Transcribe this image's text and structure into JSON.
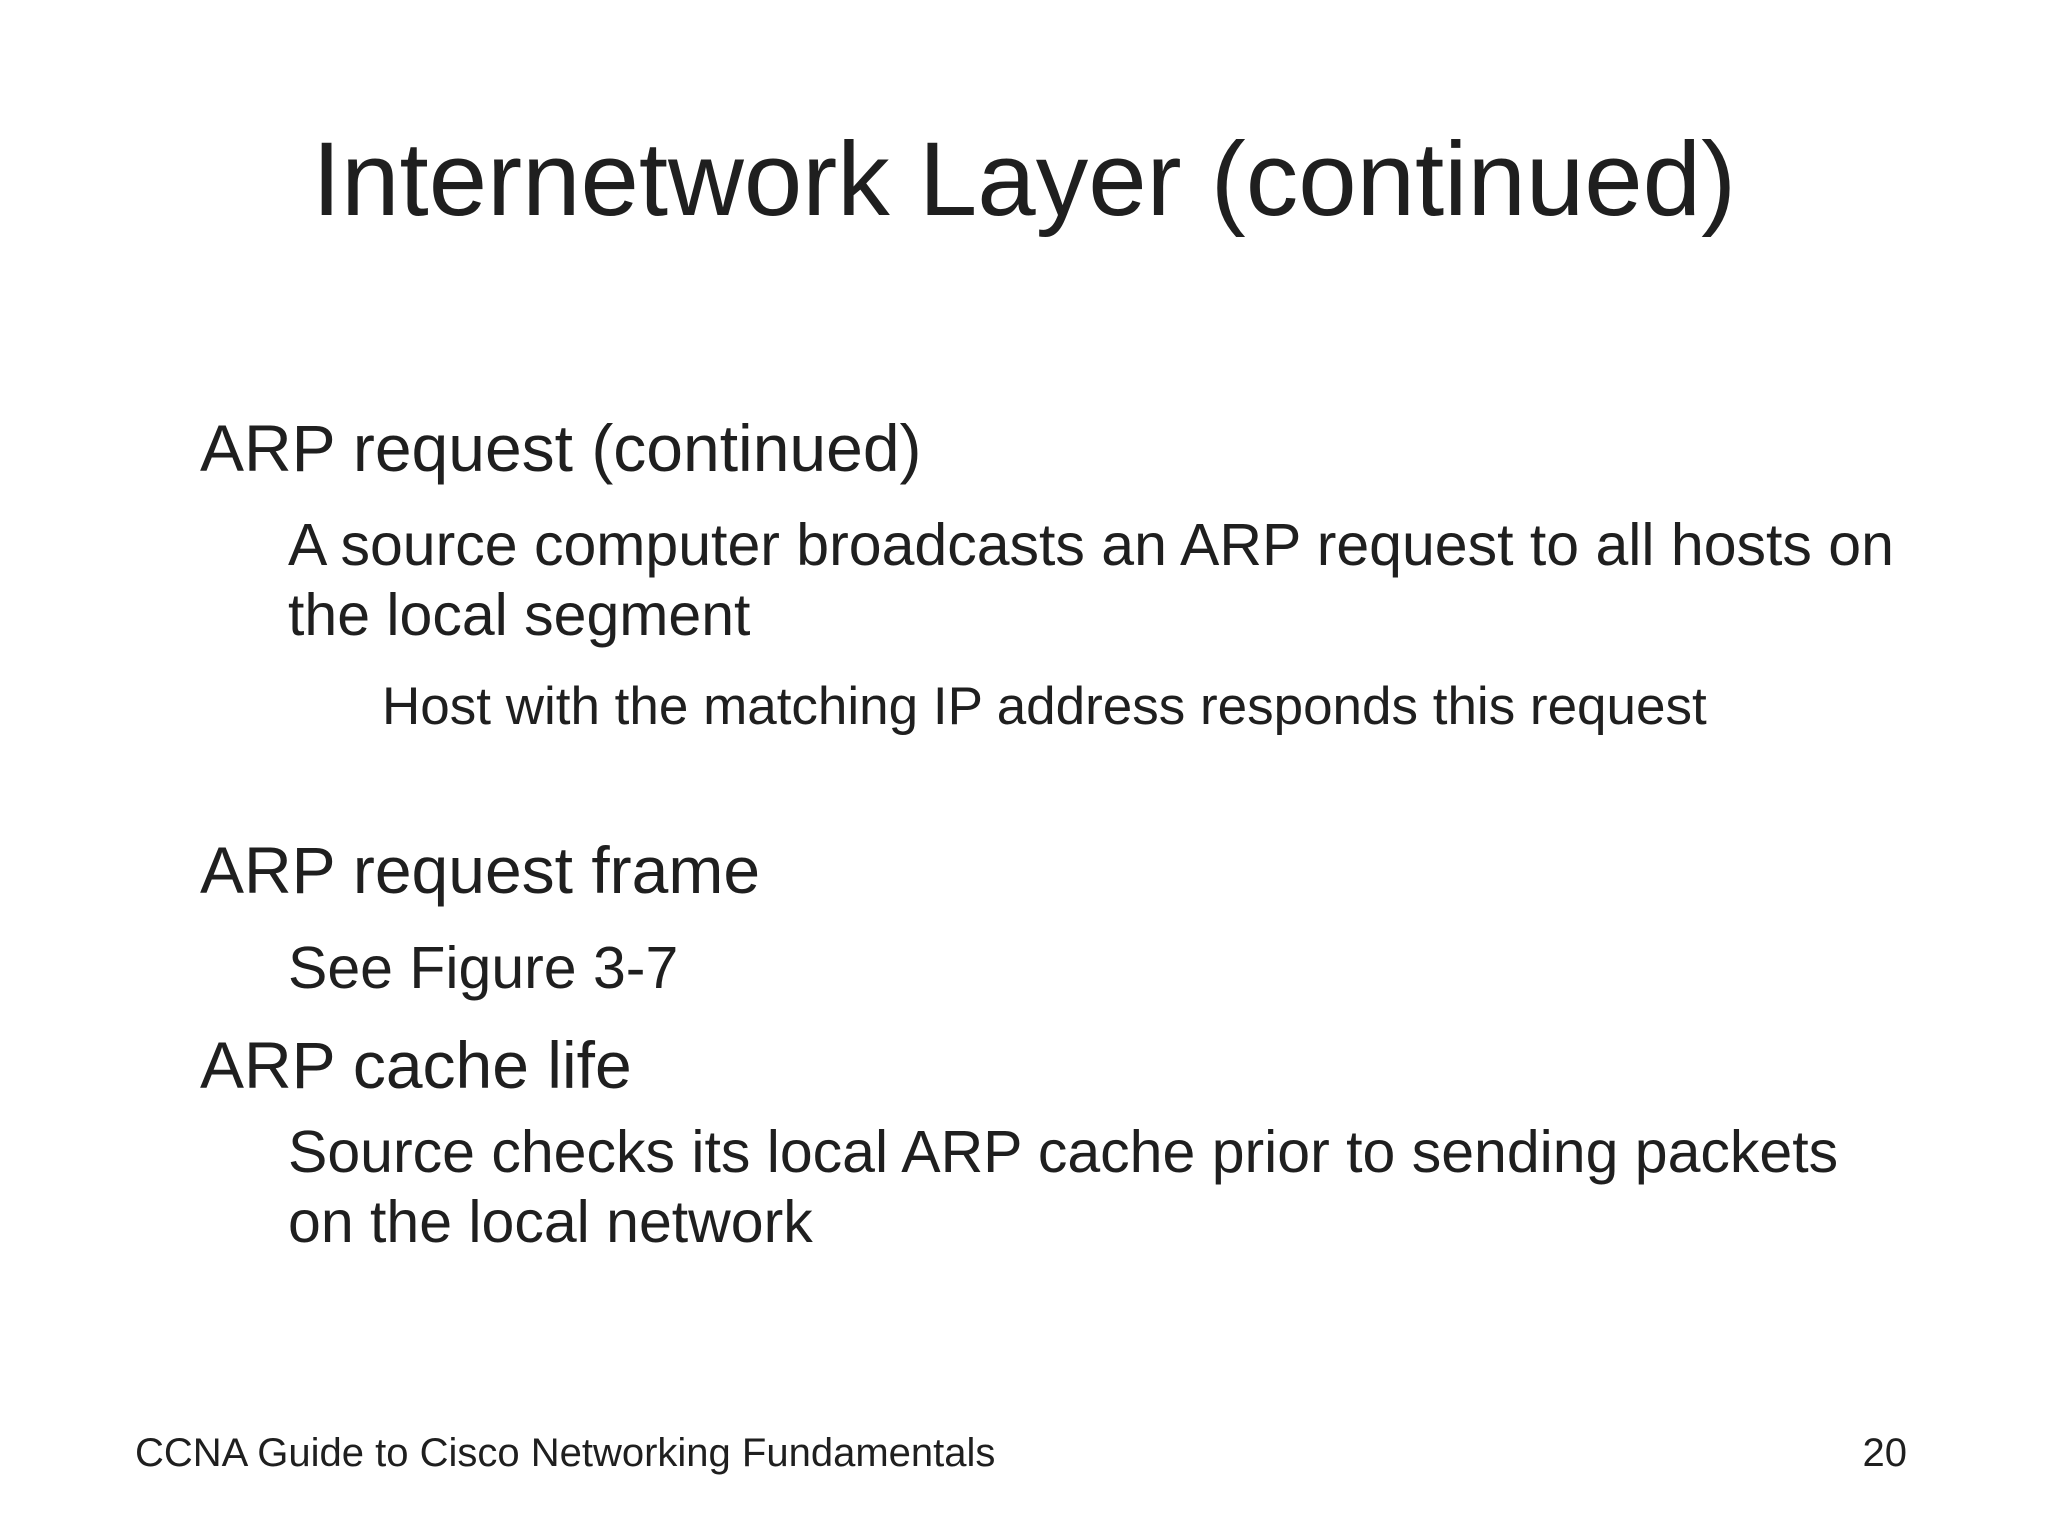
{
  "slide": {
    "title": "Internetwork Layer (continued)",
    "bullets": [
      {
        "level": 1,
        "marker": "dot",
        "text": "ARP request (continued)"
      },
      {
        "level": 2,
        "marker": "dash",
        "text": "A source computer broadcasts an ARP request to all hosts on the local segment"
      },
      {
        "level": 3,
        "marker": "dot",
        "text": "Host with the matching IP address responds this request"
      },
      {
        "level": 1,
        "marker": "dot",
        "text": "ARP request frame"
      },
      {
        "level": 2,
        "marker": "dash",
        "text": "See Figure 3-7"
      },
      {
        "level": 1,
        "marker": "dot",
        "text": "ARP cache life"
      },
      {
        "level": 2,
        "marker": "dash",
        "text": "Source checks its local ARP cache prior to sending packets on the local network"
      }
    ],
    "footer": {
      "left_text": "CCNA Guide to Cisco Networking Fundamentals",
      "page_number": "20"
    },
    "colors": {
      "background": "#ffffff",
      "text": "#1f1f1f"
    }
  }
}
